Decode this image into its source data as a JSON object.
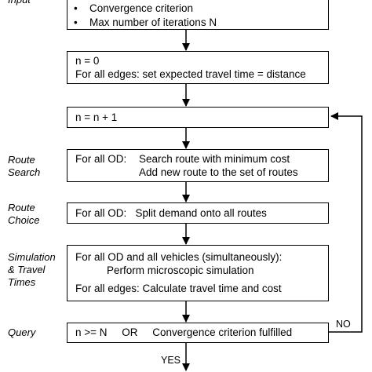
{
  "labels": {
    "input": "Input",
    "route_search": [
      "Route",
      "Search"
    ],
    "route_choice": [
      "Route",
      "Choice"
    ],
    "simulation": [
      "Simulation",
      "& Travel",
      "Times"
    ],
    "query": "Query"
  },
  "boxes": {
    "input_box": {
      "lines": [
        "Convergence criterion",
        "Max number of iterations N"
      ],
      "bullet": "•"
    },
    "init_box": {
      "lines": [
        "n = 0",
        "For all edges: set expected travel time = distance"
      ]
    },
    "increment_box": {
      "lines": [
        "n = n + 1"
      ]
    },
    "route_search_box": {
      "prefix": "For all OD:",
      "lines": [
        "Search route with minimum cost",
        "Add new route to the set of routes"
      ]
    },
    "route_choice_box": {
      "lines": [
        "For all OD:   Split demand onto all routes"
      ]
    },
    "simulation_box": {
      "lines": [
        "For all OD and all vehicles (simultaneously):",
        "Perform microscopic simulation",
        "For all edges: Calculate travel time and cost"
      ]
    },
    "query_box": {
      "lines": [
        "n >= N     OR     Convergence criterion fulfilled"
      ]
    }
  },
  "edges": {
    "no_label": "NO",
    "yes_label": "YES"
  }
}
